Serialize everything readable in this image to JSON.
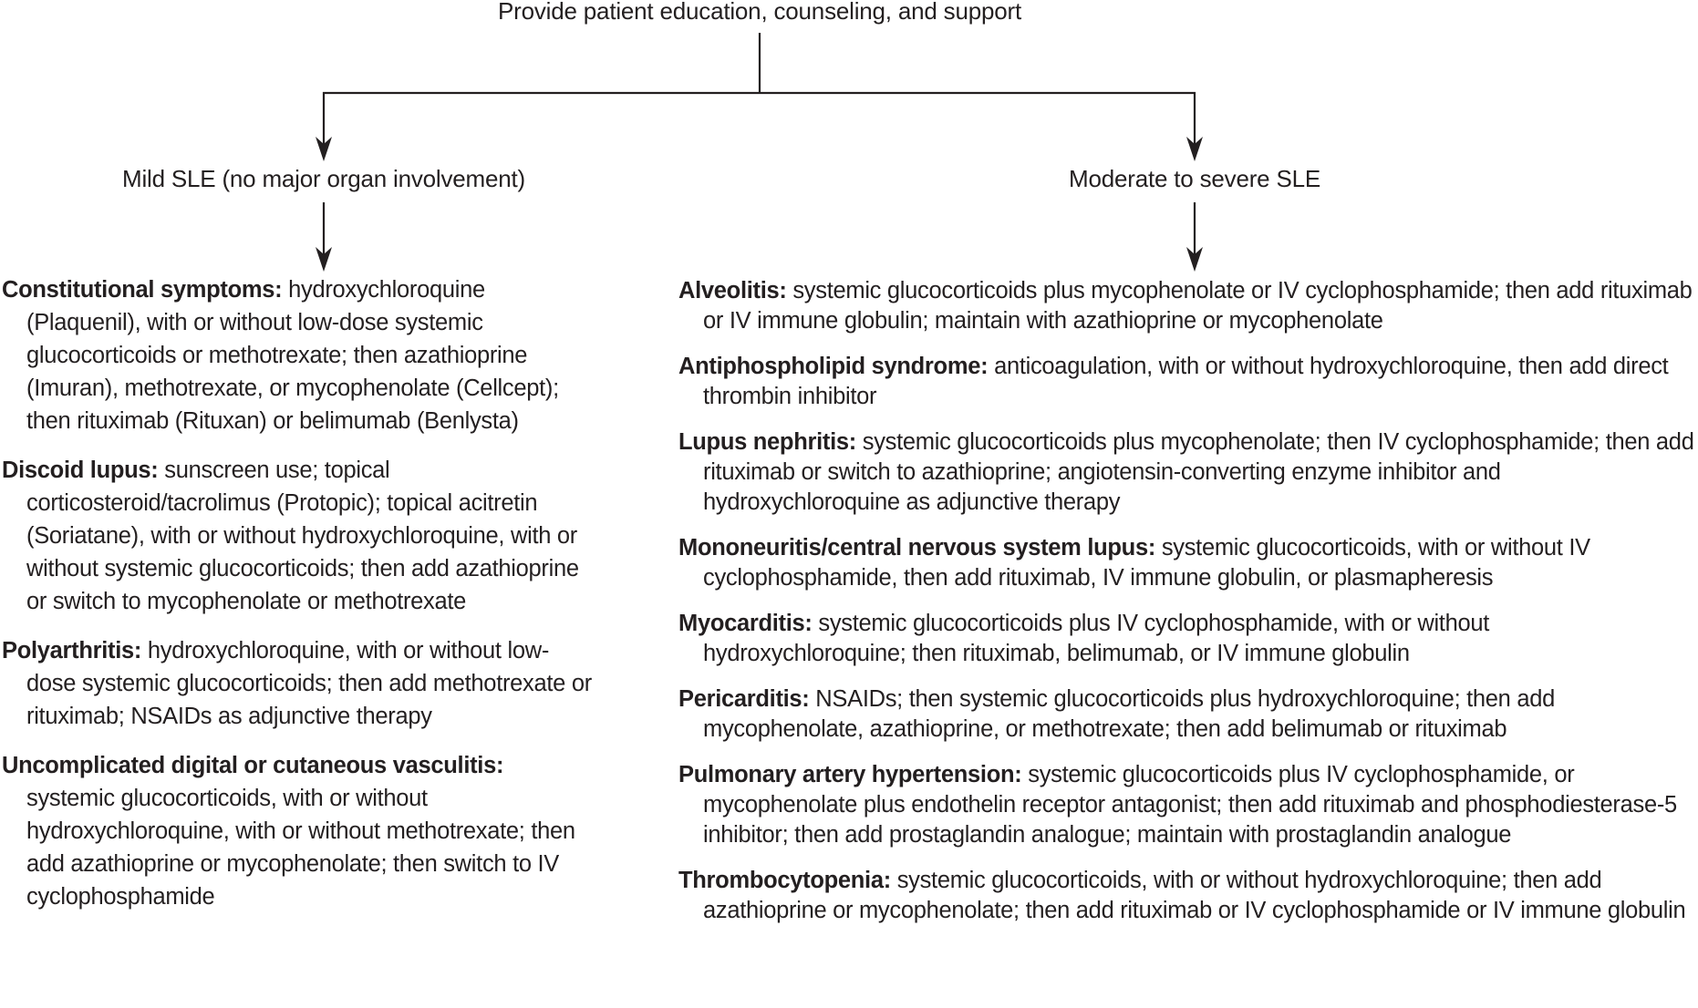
{
  "colors": {
    "ink": "#231f20",
    "background": "#ffffff"
  },
  "flowchart": {
    "title": "Provide patient education, counseling, and support",
    "branches": [
      {
        "label": "Mild SLE (no major organ involvement)"
      },
      {
        "label": "Moderate to severe SLE"
      }
    ]
  },
  "mild_sle": {
    "items": [
      {
        "term": "Constitutional symptoms:",
        "description": "hydroxychloroquine (Plaquenil), with or without low-dose systemic glucocorticoids or methotrexate; then azathioprine (Imuran), methotrexate, or mycophenolate (Cellcept); then rituximab (Rituxan) or belimumab (Benlysta)"
      },
      {
        "term": "Discoid lupus:",
        "description": "sunscreen use; topical corticosteroid/tacrolimus (Protopic); topical acitretin (Soriatane), with or without hydroxychloroquine, with or without systemic glucocorticoids; then add azathioprine or switch to mycophenolate or methotrexate"
      },
      {
        "term": "Polyarthritis:",
        "description": "hydroxychloroquine, with or without low-dose systemic glucocorticoids; then add methotrexate or rituximab; NSAIDs as adjunctive therapy"
      },
      {
        "term": "Uncomplicated digital or cutaneous vasculitis:",
        "description": "systemic glucocorticoids, with or without hydroxychloroquine, with or without methotrexate; then add azathioprine or mycophenolate; then switch to IV cyclophosphamide"
      }
    ]
  },
  "moderate_severe_sle": {
    "items": [
      {
        "term": "Alveolitis:",
        "description": "systemic glucocorticoids plus mycophenolate or IV cyclophosphamide; then add rituximab or IV immune globulin; maintain with azathioprine or mycophenolate"
      },
      {
        "term": "Antiphospholipid syndrome:",
        "description": "anticoagulation, with or without hydroxychloroquine, then add direct thrombin inhibitor"
      },
      {
        "term": "Lupus nephritis:",
        "description": "systemic glucocorticoids plus mycophenolate; then IV cyclophosphamide; then add rituximab or switch to azathioprine; angiotensin-converting enzyme inhibitor and hydroxychloroquine as adjunctive therapy"
      },
      {
        "term": "Mononeuritis/central nervous system lupus:",
        "description": "systemic glucocorticoids, with or without IV cyclophosphamide, then add rituximab, IV immune globulin, or plasmapheresis"
      },
      {
        "term": "Myocarditis:",
        "description": "systemic glucocorticoids plus IV cyclophosphamide, with or without hydroxychloroquine; then rituximab, belimumab, or IV immune globulin"
      },
      {
        "term": "Pericarditis:",
        "description": "NSAIDs; then systemic glucocorticoids plus hydroxychloroquine; then add mycophenolate, azathioprine, or methotrexate; then add belimumab or rituximab"
      },
      {
        "term": "Pulmonary artery hypertension:",
        "description": "systemic glucocorticoids plus IV cyclophosphamide, or mycophenolate plus endothelin receptor antagonist; then add rituximab and phosphodiesterase-5 inhibitor; then add prostaglandin analogue; maintain with prostaglandin analogue"
      },
      {
        "term": "Thrombocytopenia:",
        "description": "systemic glucocorticoids, with or without hydroxychloroquine; then add azathioprine or mycophenolate; then add rituximab or IV cyclophosphamide or IV immune globulin"
      }
    ]
  }
}
